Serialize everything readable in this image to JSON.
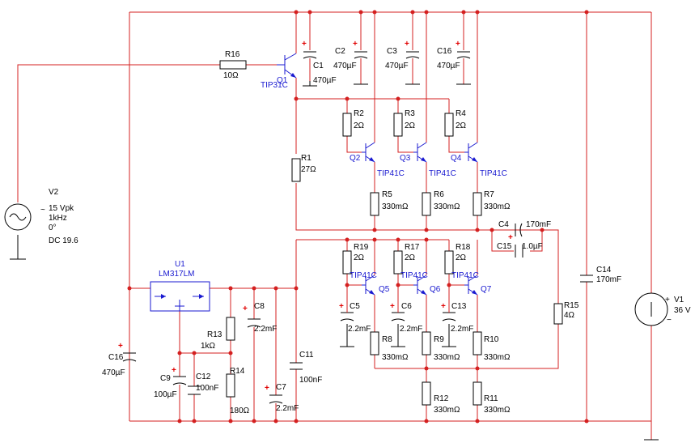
{
  "components": {
    "R16": {
      "ref": "R16",
      "value": "10Ω"
    },
    "Q1": {
      "ref": "Q1",
      "model": "TIP31C"
    },
    "C1": {
      "ref": "C1",
      "value": "470µF"
    },
    "C2": {
      "ref": "C2",
      "value": "470µF"
    },
    "C3": {
      "ref": "C3",
      "value": "470µF"
    },
    "C16a": {
      "ref": "C16",
      "value": "470µF"
    },
    "R2": {
      "ref": "R2",
      "value": "2Ω"
    },
    "R3": {
      "ref": "R3",
      "value": "2Ω"
    },
    "R4": {
      "ref": "R4",
      "value": "2Ω"
    },
    "R1": {
      "ref": "R1",
      "value": "27Ω"
    },
    "Q2": {
      "ref": "Q2",
      "model": "TIP41C"
    },
    "Q3": {
      "ref": "Q3",
      "model": "TIP41C"
    },
    "Q4": {
      "ref": "Q4",
      "model": "TIP41C"
    },
    "R5": {
      "ref": "R5",
      "value": "330mΩ"
    },
    "R6": {
      "ref": "R6",
      "value": "330mΩ"
    },
    "R7": {
      "ref": "R7",
      "value": "330mΩ"
    },
    "C4": {
      "ref": "C4",
      "value": "170mF"
    },
    "C15": {
      "ref": "C15",
      "value": "1.0µF"
    },
    "V2": {
      "ref": "V2",
      "amp": "15 Vpk",
      "freq": "1kHz",
      "phase": "0°",
      "dc": "DC 19.6"
    },
    "U1": {
      "ref": "U1",
      "model": "LM317LM"
    },
    "R19": {
      "ref": "R19",
      "value": "2Ω"
    },
    "R17": {
      "ref": "R17",
      "value": "2Ω"
    },
    "R18": {
      "ref": "R18",
      "value": "2Ω"
    },
    "Q5": {
      "ref": "Q5",
      "model": "TIP41C"
    },
    "Q6": {
      "ref": "Q6",
      "model": "TIP41C"
    },
    "Q7": {
      "ref": "Q7",
      "model": "TIP41C"
    },
    "C5": {
      "ref": "C5",
      "value": "2.2mF"
    },
    "C6": {
      "ref": "C6",
      "value": "2.2mF"
    },
    "C13": {
      "ref": "C13",
      "value": "2.2mF"
    },
    "R8": {
      "ref": "R8",
      "value": "330mΩ"
    },
    "R9": {
      "ref": "R9",
      "value": "330mΩ"
    },
    "R10": {
      "ref": "R10",
      "value": "330mΩ"
    },
    "R15": {
      "ref": "R15",
      "value": "4Ω"
    },
    "C14": {
      "ref": "C14",
      "value": "170mF"
    },
    "V1": {
      "ref": "V1",
      "value": "36 V"
    },
    "C8": {
      "ref": "C8",
      "value": "2.2mF"
    },
    "R13": {
      "ref": "R13",
      "value": "1kΩ"
    },
    "R14": {
      "ref": "R14",
      "value": "180Ω"
    },
    "C11": {
      "ref": "C11",
      "value": "100nF"
    },
    "C7": {
      "ref": "C7",
      "value": "2.2mF"
    },
    "C16b": {
      "ref": "C16",
      "value": "470µF"
    },
    "C9": {
      "ref": "C9",
      "value": "100µF"
    },
    "C12": {
      "ref": "C12",
      "value": "100nF"
    },
    "R12": {
      "ref": "R12",
      "value": "330mΩ"
    },
    "R11": {
      "ref": "R11",
      "value": "330mΩ"
    }
  },
  "symbols": {
    "plus": "+",
    "minus": "−",
    "tilde": "~"
  }
}
